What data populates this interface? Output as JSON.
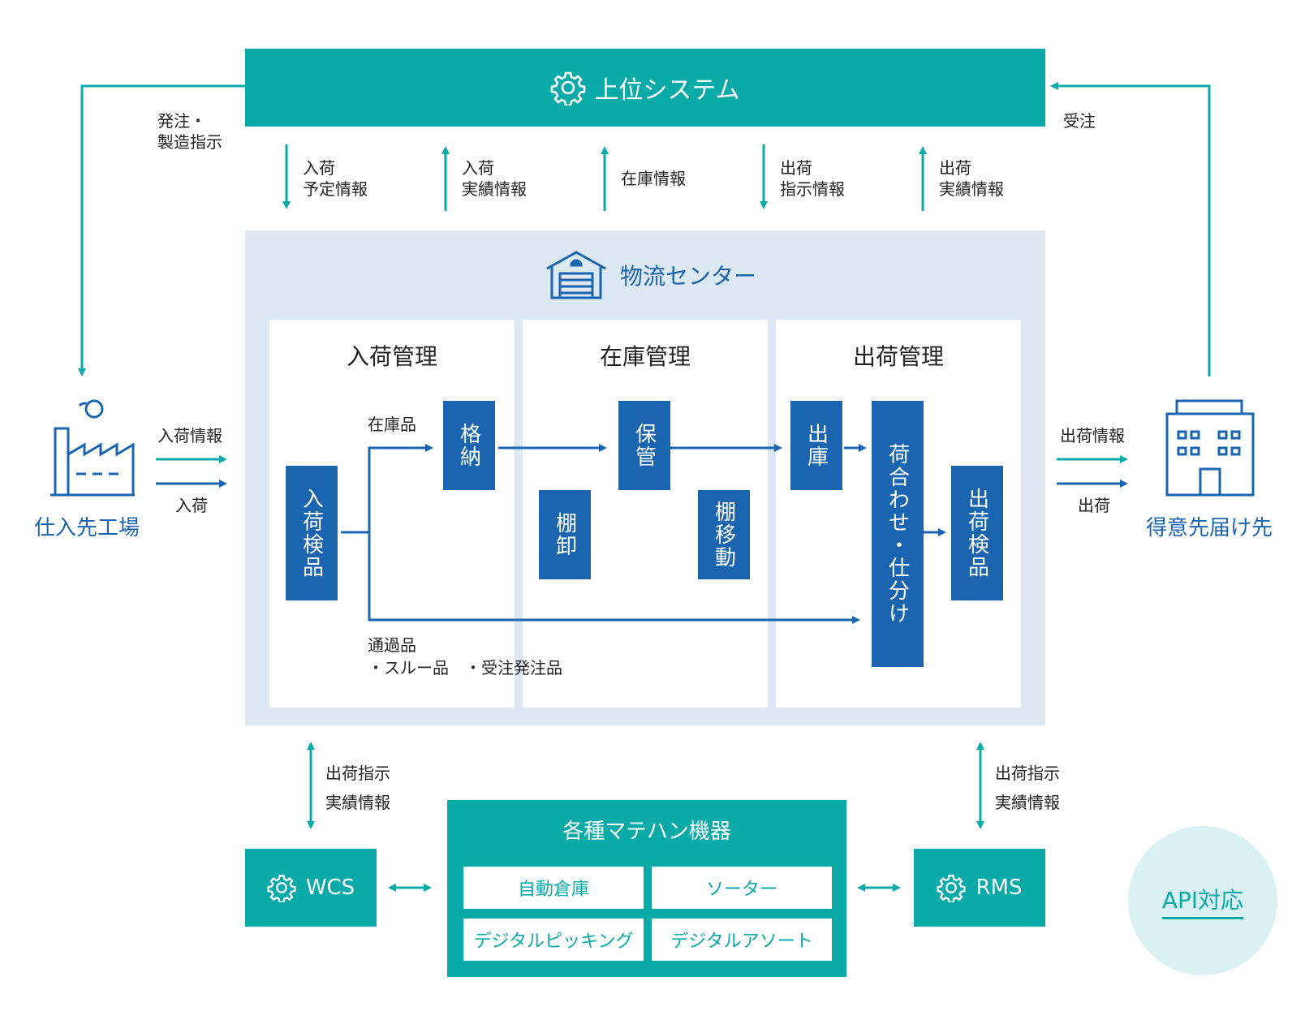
{
  "top_system": {
    "label": "上位システム",
    "icon": "gear-icon"
  },
  "flows": {
    "order_instruction": "発注・\n製造指示",
    "order_received": "受注",
    "inbound_plan": "入荷\n予定情報",
    "inbound_result": "入荷\n実績情報",
    "stock_info": "在庫情報",
    "outbound_instruction": "出荷\n指示情報",
    "outbound_result": "出荷\n実績情報"
  },
  "supplier": {
    "label": "仕入先工場",
    "icon": "factory-icon",
    "arrow_info": "入荷情報",
    "arrow_goods": "入荷"
  },
  "customer": {
    "label": "得意先届け先",
    "icon": "building-icon",
    "arrow_info": "出荷情報",
    "arrow_goods": "出荷"
  },
  "center": {
    "title": "物流センター",
    "icon": "warehouse-icon",
    "zones": [
      {
        "title": "入荷管理"
      },
      {
        "title": "在庫管理"
      },
      {
        "title": "出荷管理"
      }
    ],
    "boxes": {
      "inbound_inspection": "入荷検品",
      "storage": "格納",
      "keeping": "保管",
      "stocktaking": "棚卸",
      "shelf_move": "棚移動",
      "picking_out": "出庫",
      "assort": "荷合わせ・仕分け",
      "outbound_inspection": "出荷検品"
    },
    "labels": {
      "stock_item": "在庫品",
      "pass_item": "通過品",
      "pass_detail": "・スルー品　・受注発注品"
    }
  },
  "wcs": {
    "label": "WCS",
    "icon": "gear-icon",
    "link_line1": "出荷指示",
    "link_line2": "実績情報"
  },
  "rms": {
    "label": "RMS",
    "icon": "gear-icon",
    "link_line1": "出荷指示",
    "link_line2": "実績情報"
  },
  "equipment": {
    "title": "各種マテハン機器",
    "items": [
      "自動倉庫",
      "ソーター",
      "デジタルピッキング",
      "デジタルアソート"
    ]
  },
  "api_badge": "API対応",
  "colors": {
    "teal": "#0aaaa8",
    "blue": "#1b64b0",
    "center_bg": "#dce8f4",
    "api_bg": "#d9f1f3"
  }
}
